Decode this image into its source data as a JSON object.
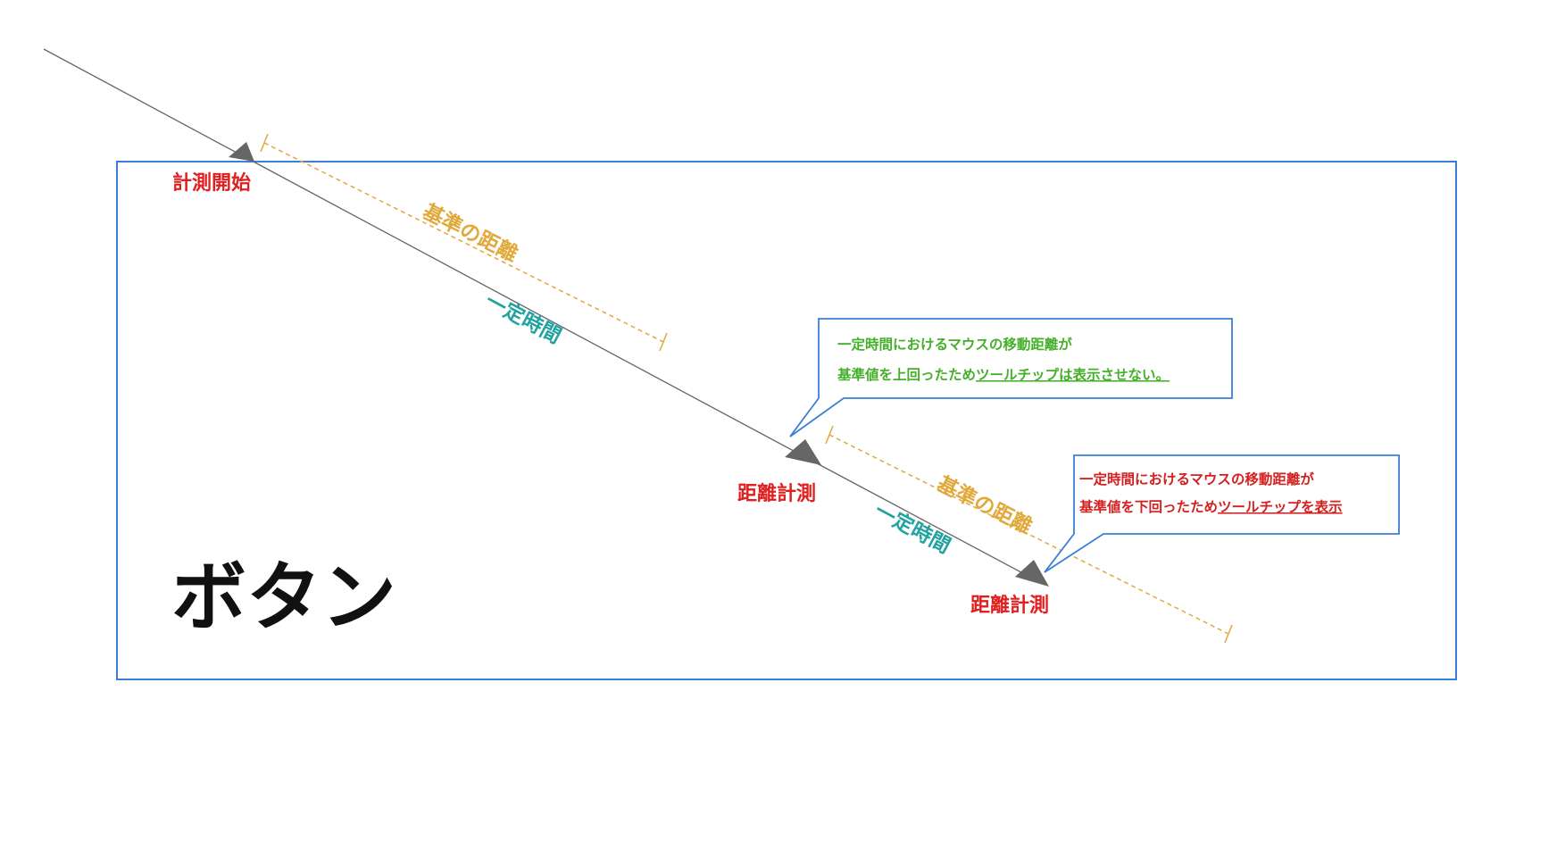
{
  "colors": {
    "button_border": "#3a7fd5",
    "path": "#666666",
    "arrow": "#666666",
    "ruler": "#e0a93a",
    "interval": "#22a3a0",
    "marker": "#e02020",
    "bubble_border": "#3a7fd5",
    "bubble1_text": "#44b02a",
    "bubble2_text": "#d62020",
    "big_text": "#111111"
  },
  "button": {
    "label": "ボタン"
  },
  "markers": {
    "start": "計測開始",
    "measure1": "距離計測",
    "measure2": "距離計測"
  },
  "segments": [
    {
      "reference_label": "基準の距離",
      "interval_label": "一定時間"
    },
    {
      "reference_label": "基準の距離",
      "interval_label": "一定時間"
    }
  ],
  "callouts": [
    {
      "line1": "一定時間におけるマウスの移動距離が",
      "line2_plain": "基準値を上回ったため",
      "line2_underlined": "ツールチップは表示させない。"
    },
    {
      "line1": "一定時間におけるマウスの移動距離が",
      "line2_plain": "基準値を下回ったため",
      "line2_underlined": "ツールチップを表示"
    }
  ]
}
